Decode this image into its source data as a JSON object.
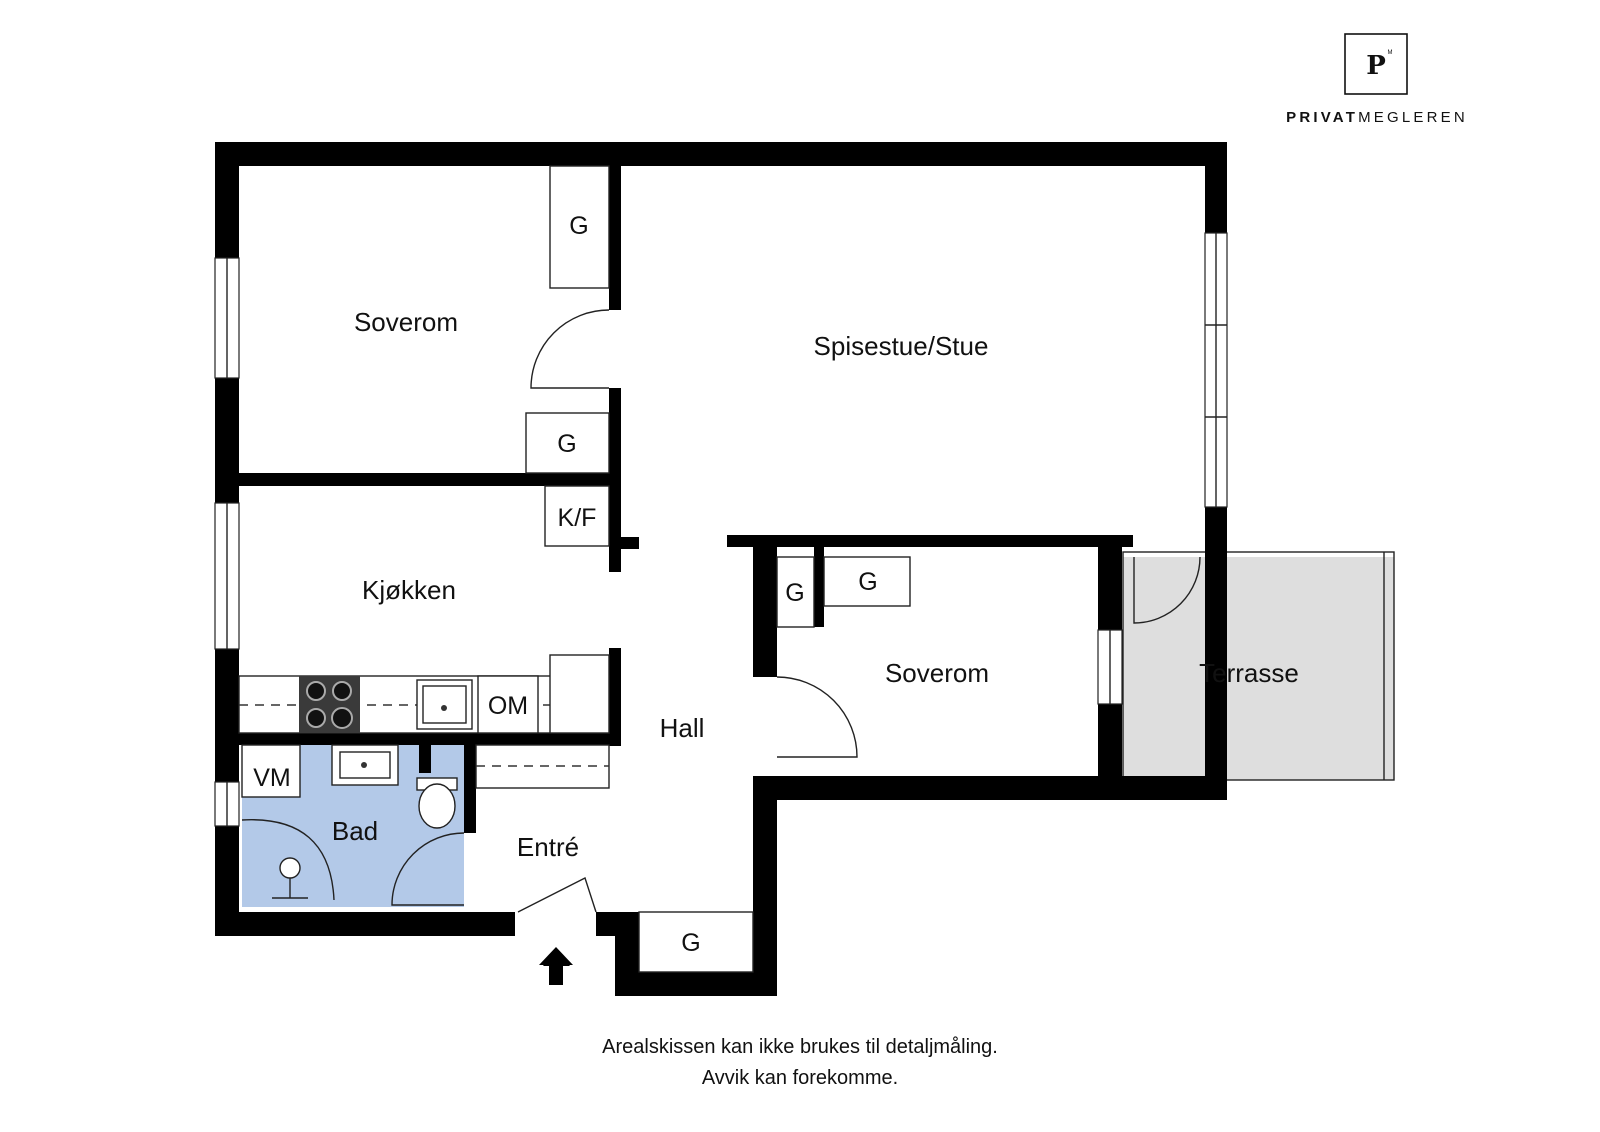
{
  "brand": {
    "logo_letter": "P",
    "logo_superscript": "M",
    "name_part1": "PRIVAT",
    "name_part2": "MEGLEREN"
  },
  "rooms": {
    "soverom_1": "Soverom",
    "spisestue": "Spisestue/Stue",
    "kjokken": "Kjøkken",
    "hall": "Hall",
    "soverom_2": "Soverom",
    "terrasse": "Terrasse",
    "bad": "Bad",
    "entre": "Entré"
  },
  "fixtures": {
    "closet_top": "G",
    "closet_mid": "G",
    "fridge": "K/F",
    "closet_bed2_a": "G",
    "closet_bed2_b": "G",
    "closet_entry": "G",
    "dishwasher": "OM",
    "washing_machine": "VM"
  },
  "disclaimer": {
    "line1": "Arealskissen kan ikke brukes til detaljmåling.",
    "line2": "Avvik kan forekomme."
  },
  "colors": {
    "wall": "#000000",
    "bathroom_fill": "#b3c9e8",
    "terrace_fill": "#dedede",
    "cooktop": "#3a3a3a"
  }
}
